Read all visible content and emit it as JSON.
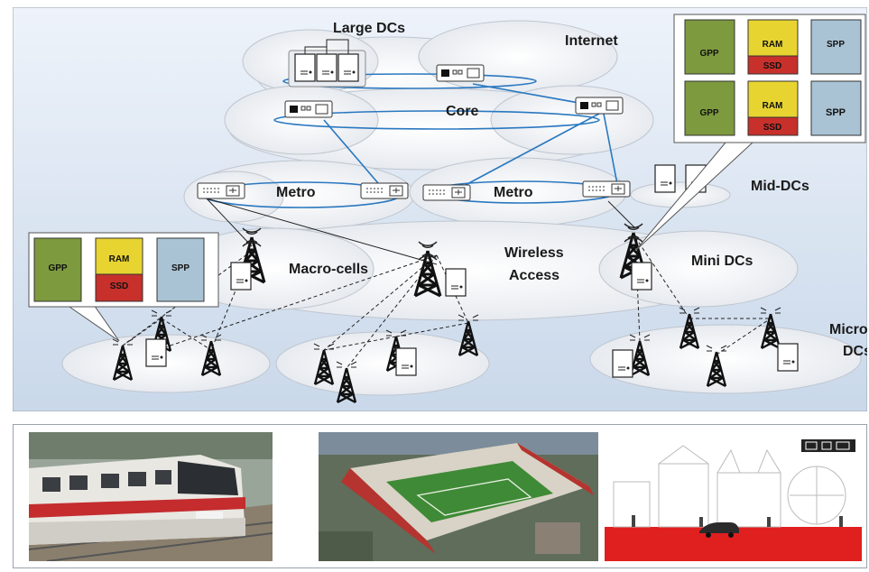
{
  "diagram": {
    "labels": {
      "large_dcs": "Large DCs",
      "internet": "Internet",
      "core": "Core",
      "metro_left": "Metro",
      "metro_right": "Metro",
      "mid_dcs": "Mid-DCs",
      "macro_cells": "Macro-cells",
      "wireless_1": "Wireless",
      "wireless_2": "Access",
      "mini_dcs": "Mini DCs",
      "micro_1": "Micro",
      "micro_2": "DCs"
    },
    "rack_callout_top": [
      "GPP",
      "RAM",
      "SSD",
      "SPP",
      "GPP",
      "RAM",
      "SSD",
      "SPP"
    ],
    "rack_callout_left": [
      "GPP",
      "RAM",
      "SSD",
      "SPP"
    ],
    "colors": {
      "background": "#dbe6f3",
      "cloud": "#f1f3f6",
      "link": "#2a78c0",
      "gpp": "#7d9a3e",
      "ram": "#e8d430",
      "ssd": "#c7302b",
      "spp": "#a9c3d4"
    }
  },
  "photos": [
    {
      "icon": "train-photo"
    },
    {
      "icon": "stadium-photo"
    },
    {
      "icon": "city-street-illustration"
    }
  ]
}
